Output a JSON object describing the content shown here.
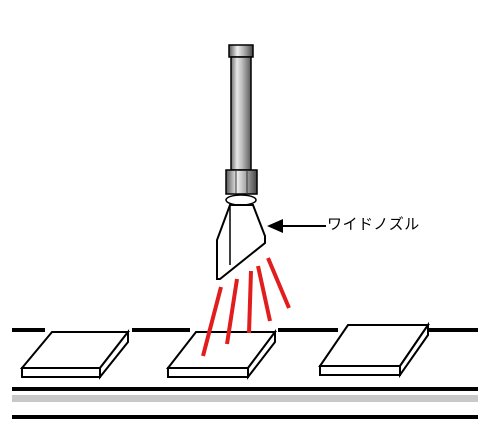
{
  "callout": {
    "label": "ワイドノズル"
  },
  "colors": {
    "spray": "#e11d1d",
    "outline": "#000000",
    "conveyor_band": "#c8c8c8",
    "nozzle_pipe": "#a8a8a8"
  },
  "conveyor": {
    "workpiece_count": 3,
    "spray_streams": 5
  }
}
